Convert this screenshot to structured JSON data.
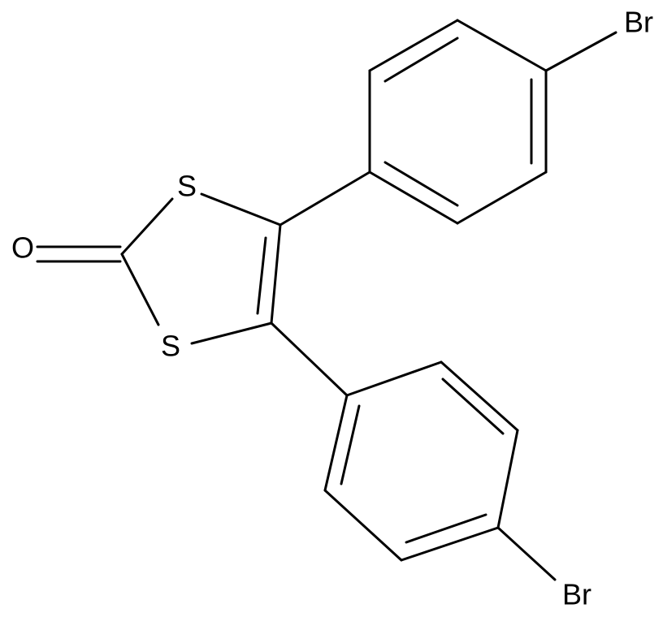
{
  "molecule": {
    "atoms": {
      "oxygen": "O",
      "sulfur_top": "S",
      "sulfur_bottom": "S",
      "bromine_top": "Br",
      "bromine_bottom": "Br"
    },
    "colors": {
      "bond": "#000000",
      "label": "#000000",
      "background": "#ffffff"
    }
  }
}
